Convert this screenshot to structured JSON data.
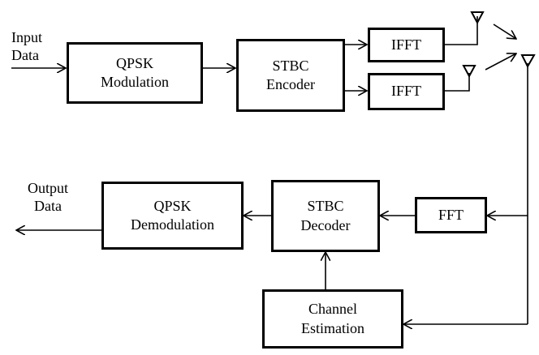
{
  "blocks": {
    "qpsk_mod": [
      "QPSK",
      "Modulation"
    ],
    "stbc_enc": [
      "STBC",
      "Encoder"
    ],
    "ifft_1": [
      "IFFT"
    ],
    "ifft_2": [
      "IFFT"
    ],
    "fft": [
      "FFT"
    ],
    "stbc_dec": [
      "STBC",
      "Decoder"
    ],
    "qpsk_demod": [
      "QPSK",
      "Demodulation"
    ],
    "chan_est": [
      "Channel",
      "Estimation"
    ]
  },
  "labels": {
    "input": [
      "Input",
      "Data"
    ],
    "output": [
      "Output",
      "Data"
    ]
  }
}
